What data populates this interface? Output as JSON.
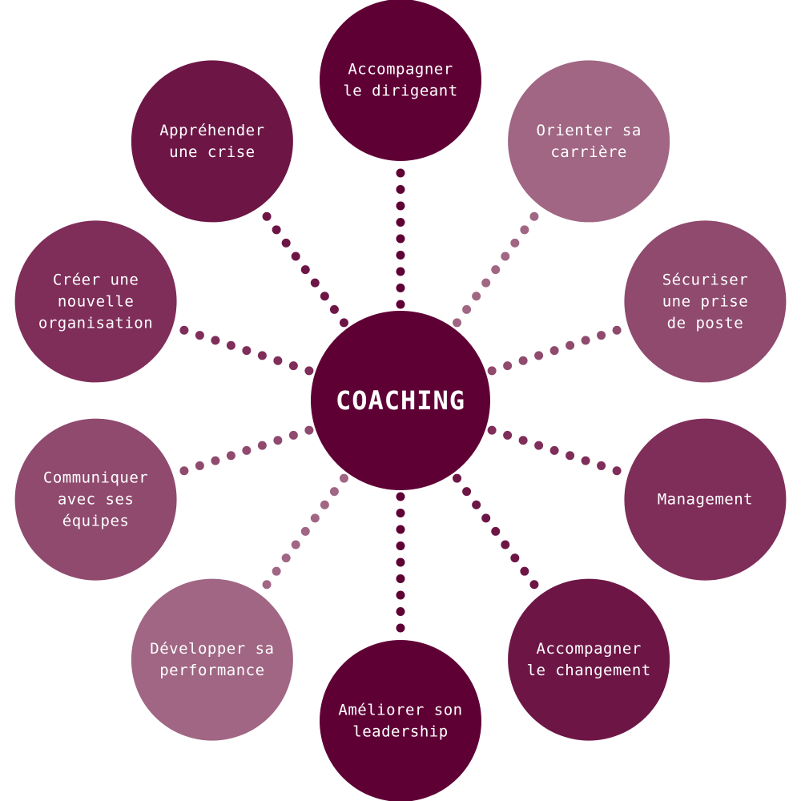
{
  "center": {
    "label": "COACHING",
    "color": "#5f0035"
  },
  "nodes": [
    {
      "id": "accompagner-dirigeant",
      "lines": [
        "Accompagner",
        "le dirigeant"
      ],
      "color": "#5f0035"
    },
    {
      "id": "orienter-carriere",
      "lines": [
        "Orienter sa",
        "carrière"
      ],
      "color": "#a06683"
    },
    {
      "id": "securiser-prise-poste",
      "lines": [
        "Sécuriser",
        "une prise",
        "de poste"
      ],
      "color": "#8f4a6e"
    },
    {
      "id": "management",
      "lines": [
        "Management"
      ],
      "color": "#7f2d59"
    },
    {
      "id": "accompagner-changement",
      "lines": [
        "Accompagner",
        "le changement"
      ],
      "color": "#6d1646"
    },
    {
      "id": "ameliorer-leadership",
      "lines": [
        "Améliorer son",
        "leadership"
      ],
      "color": "#5f0035"
    },
    {
      "id": "developper-performance",
      "lines": [
        "Développer sa",
        "performance"
      ],
      "color": "#a06683"
    },
    {
      "id": "communiquer-equipes",
      "lines": [
        "Communiquer",
        "avec ses",
        "équipes"
      ],
      "color": "#8f4a6e"
    },
    {
      "id": "creer-organisation",
      "lines": [
        "Créer une",
        "nouvelle",
        "organisation"
      ],
      "color": "#7f2d59"
    },
    {
      "id": "apprehender-crise",
      "lines": [
        "Appréhender",
        "une crise"
      ],
      "color": "#6d1646"
    }
  ]
}
